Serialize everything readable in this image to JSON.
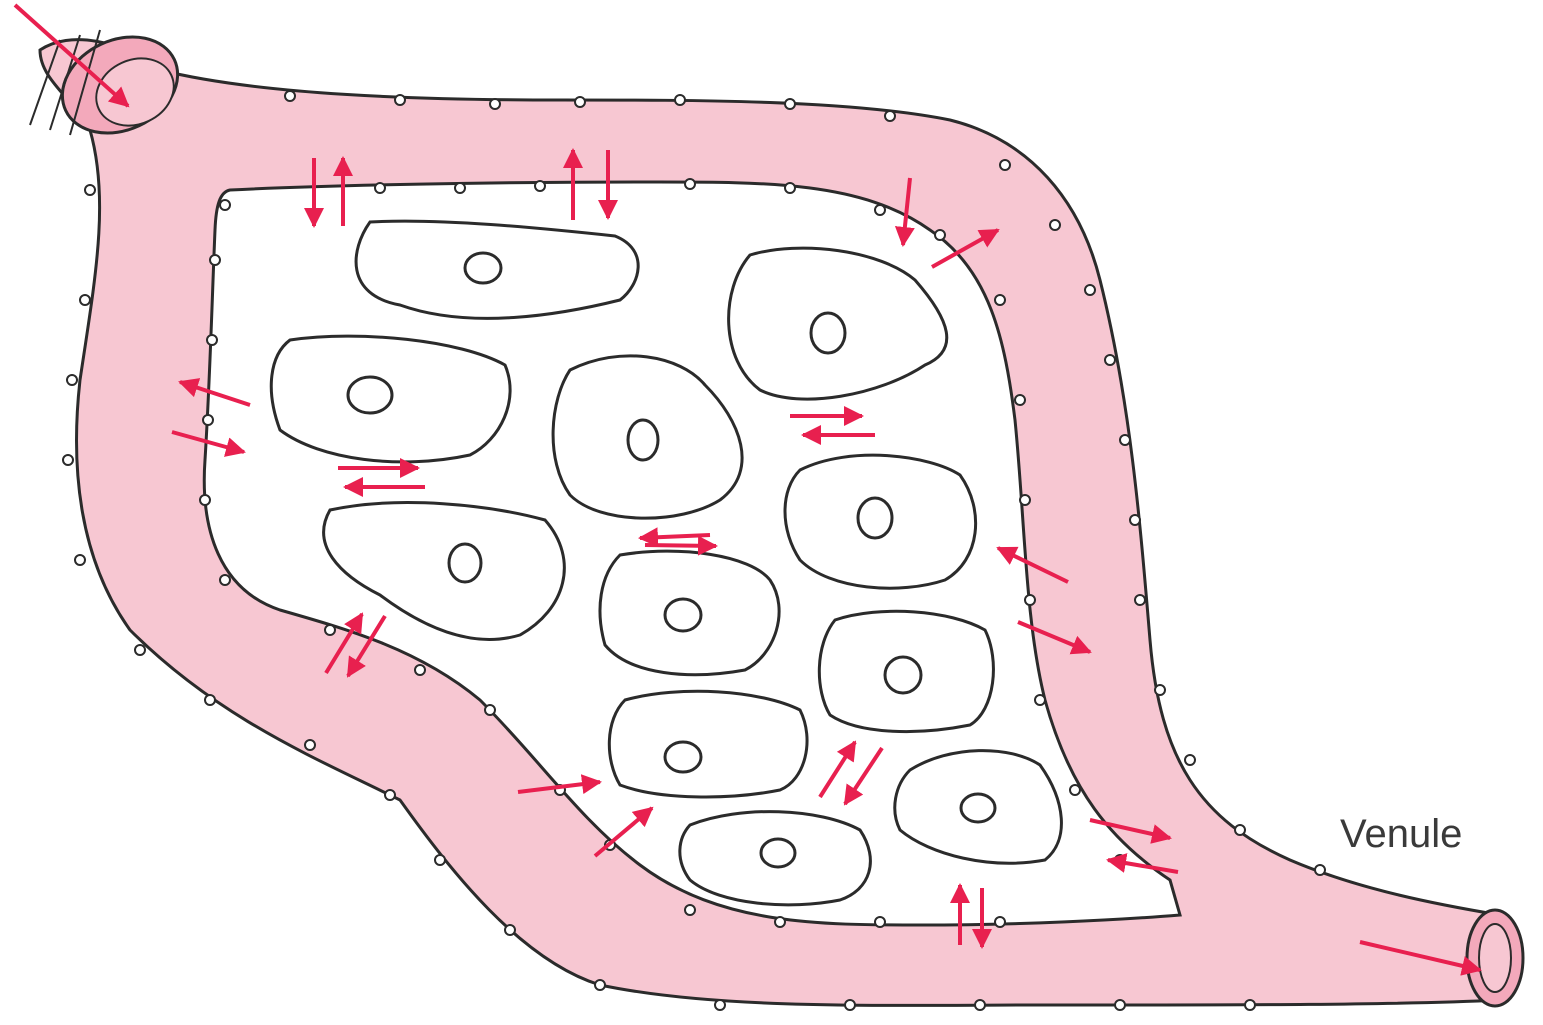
{
  "labels": {
    "venule": "Venule"
  },
  "colors": {
    "capillary_fill": "#f7c7d2",
    "outline": "#2b2b2b",
    "arrow": "#e8204f",
    "cell_fill": "#ffffff"
  },
  "icons": {
    "endothelial_nucleus": "small-circle",
    "exchange_arrow": "red-arrow"
  }
}
